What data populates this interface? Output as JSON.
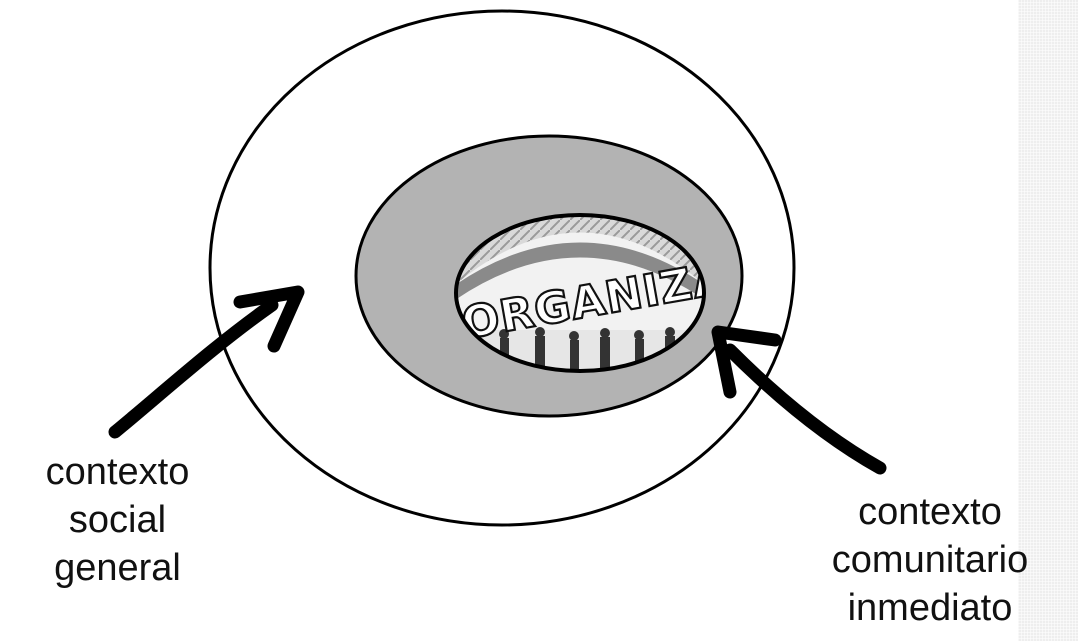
{
  "diagram": {
    "center_image": {
      "banner_text": "ORGANIZAC"
    },
    "labels": {
      "social_general": [
        "contexto",
        "social",
        "general"
      ],
      "comunitario_inmediato": [
        "contexto",
        "comunitario",
        "inmediato"
      ]
    },
    "colors": {
      "outer_ring_fill": "#ffffff",
      "middle_ring_fill": "#b3b3b3",
      "stroke": "#000000",
      "side_strip": "#eeeeee"
    }
  }
}
